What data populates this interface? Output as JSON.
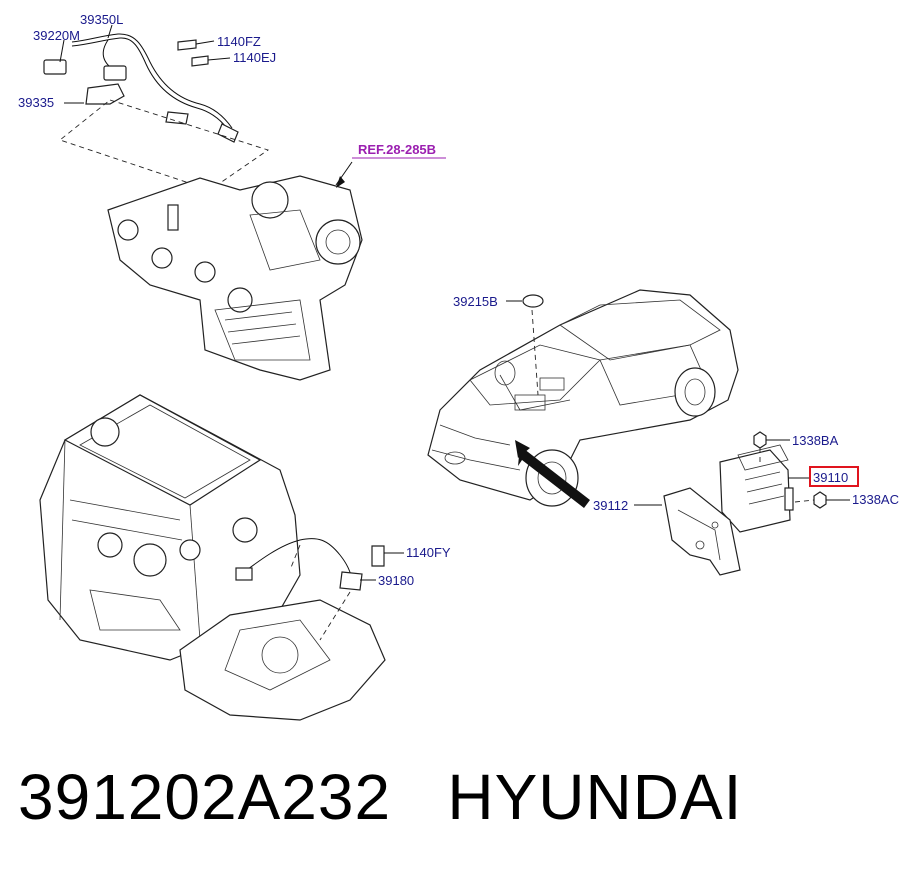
{
  "labels": {
    "p39350L": "39350L",
    "p39220M": "39220M",
    "p1140FZ": "1140FZ",
    "p1140EJ": "1140EJ",
    "p39335": "39335",
    "ref": "REF.28-285B",
    "p39215B": "39215B",
    "p1338BA": "1338BA",
    "p39110": "39110",
    "p1338AC": "1338AC",
    "p39112": "39112",
    "p1140FY": "1140FY",
    "p39180": "39180"
  },
  "caption": {
    "part_number": "391202A232",
    "brand": "HYUNDAI"
  },
  "colors": {
    "label": "#1a1a8c",
    "ref": "#9b1fb0",
    "highlight_box": "#e0141e"
  }
}
